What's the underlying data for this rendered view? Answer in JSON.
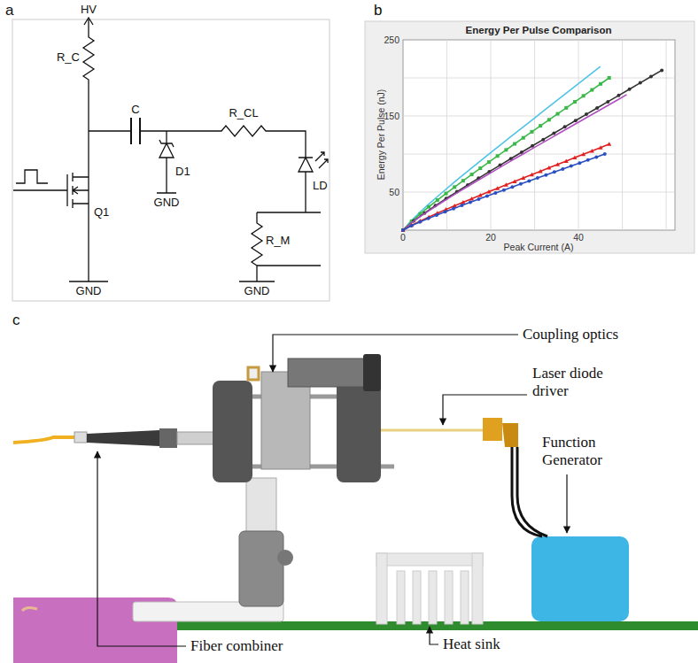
{
  "diagram": {
    "labels": [
      "a",
      "HV",
      "R_C",
      "C",
      "R_CL",
      "Q1",
      "D1",
      "GND",
      "LD",
      "R_M",
      "GND",
      "GND",
      "b",
      "Energy Per Pulse Comparison",
      "250",
      "150",
      "50",
      "Energy Per Pulse (nJ)",
      "0",
      "20",
      "40",
      "Peak Current (A)",
      "c",
      "Coupling optics",
      "Laser diode driver",
      "Function Generator",
      "Fiber combiner",
      "Heat sink"
    ]
  }
}
